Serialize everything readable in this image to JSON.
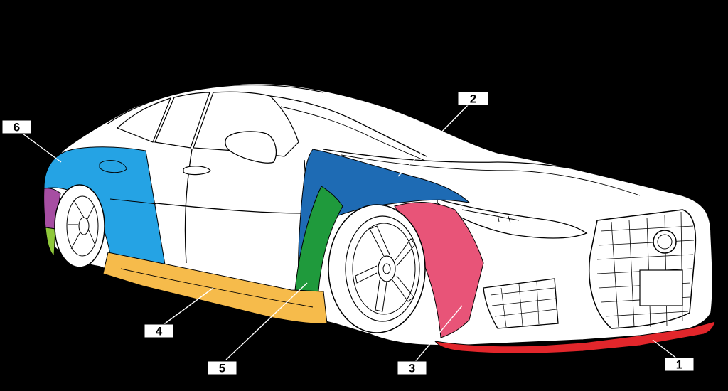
{
  "callouts": [
    {
      "id": "1",
      "label": "1",
      "part": "front-lip-spoiler",
      "color": "#e2262b"
    },
    {
      "id": "2",
      "label": "2",
      "part": "front-fender",
      "color": "#1e6bb4"
    },
    {
      "id": "3",
      "label": "3",
      "part": "front-over-fender",
      "color": "#e85478"
    },
    {
      "id": "4",
      "label": "4",
      "part": "side-skirt",
      "color": "#f6bb4b"
    },
    {
      "id": "5",
      "label": "5",
      "part": "front-fender-rear-extension",
      "color": "#1f9a3c"
    },
    {
      "id": "6",
      "label": "6",
      "part": "rear-fender",
      "color": "#25a3e4"
    }
  ],
  "extra_colors": {
    "rear-bumper-purple": "#a64ea2",
    "rear-bumper-lime": "#8fc83a",
    "background": "#000000",
    "car-body": "#ffffff"
  }
}
